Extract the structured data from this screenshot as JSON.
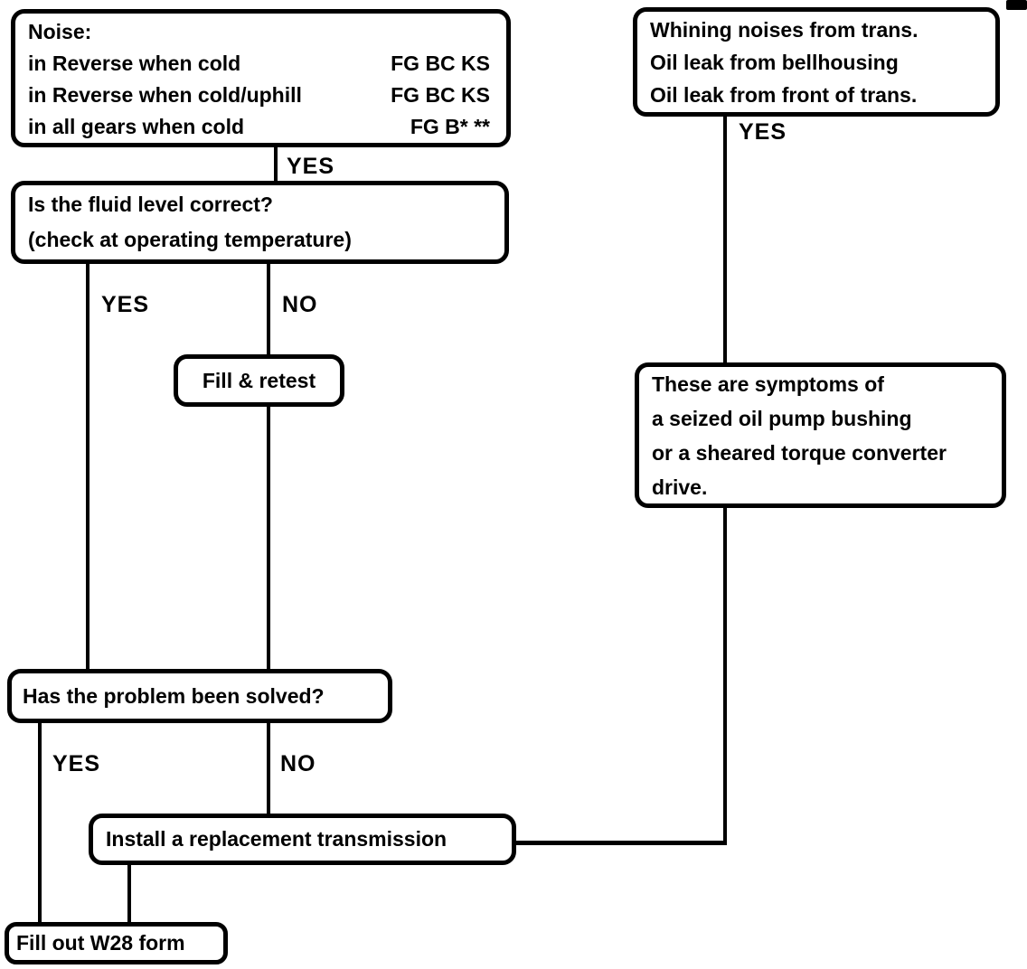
{
  "diagram": {
    "colors": {
      "ink": "#000000",
      "background": "#ffffff"
    },
    "boxes": {
      "noise": {
        "title": "Noise:",
        "rows": [
          {
            "label": "in Reverse when cold",
            "code": "FG BC KS"
          },
          {
            "label": "in Reverse when cold/uphill",
            "code": "FG BC KS"
          },
          {
            "label": "in all gears when cold",
            "code": "FG B* **"
          }
        ]
      },
      "whining": {
        "lines": [
          "Whining noises from trans.",
          "Oil leak from bellhousing",
          "Oil leak from front of trans."
        ]
      },
      "fluid": {
        "lines": [
          "Is the fluid level correct?",
          "(check at operating temperature)"
        ]
      },
      "fill_retest": {
        "label": "Fill & retest"
      },
      "symptoms": {
        "lines": [
          "These are symptoms of",
          "a seized oil pump bushing",
          "or a sheared torque converter",
          "drive."
        ]
      },
      "solved": {
        "label": "Has the problem been solved?"
      },
      "install": {
        "label": "Install a replacement transmission"
      },
      "w28": {
        "label": "Fill out W28 form"
      }
    },
    "branch_labels": {
      "noise_yes": "YES",
      "fluid_yes": "YES",
      "fluid_no": "NO",
      "solved_yes": "YES",
      "solved_no": "NO",
      "whining_yes": "YES"
    }
  }
}
